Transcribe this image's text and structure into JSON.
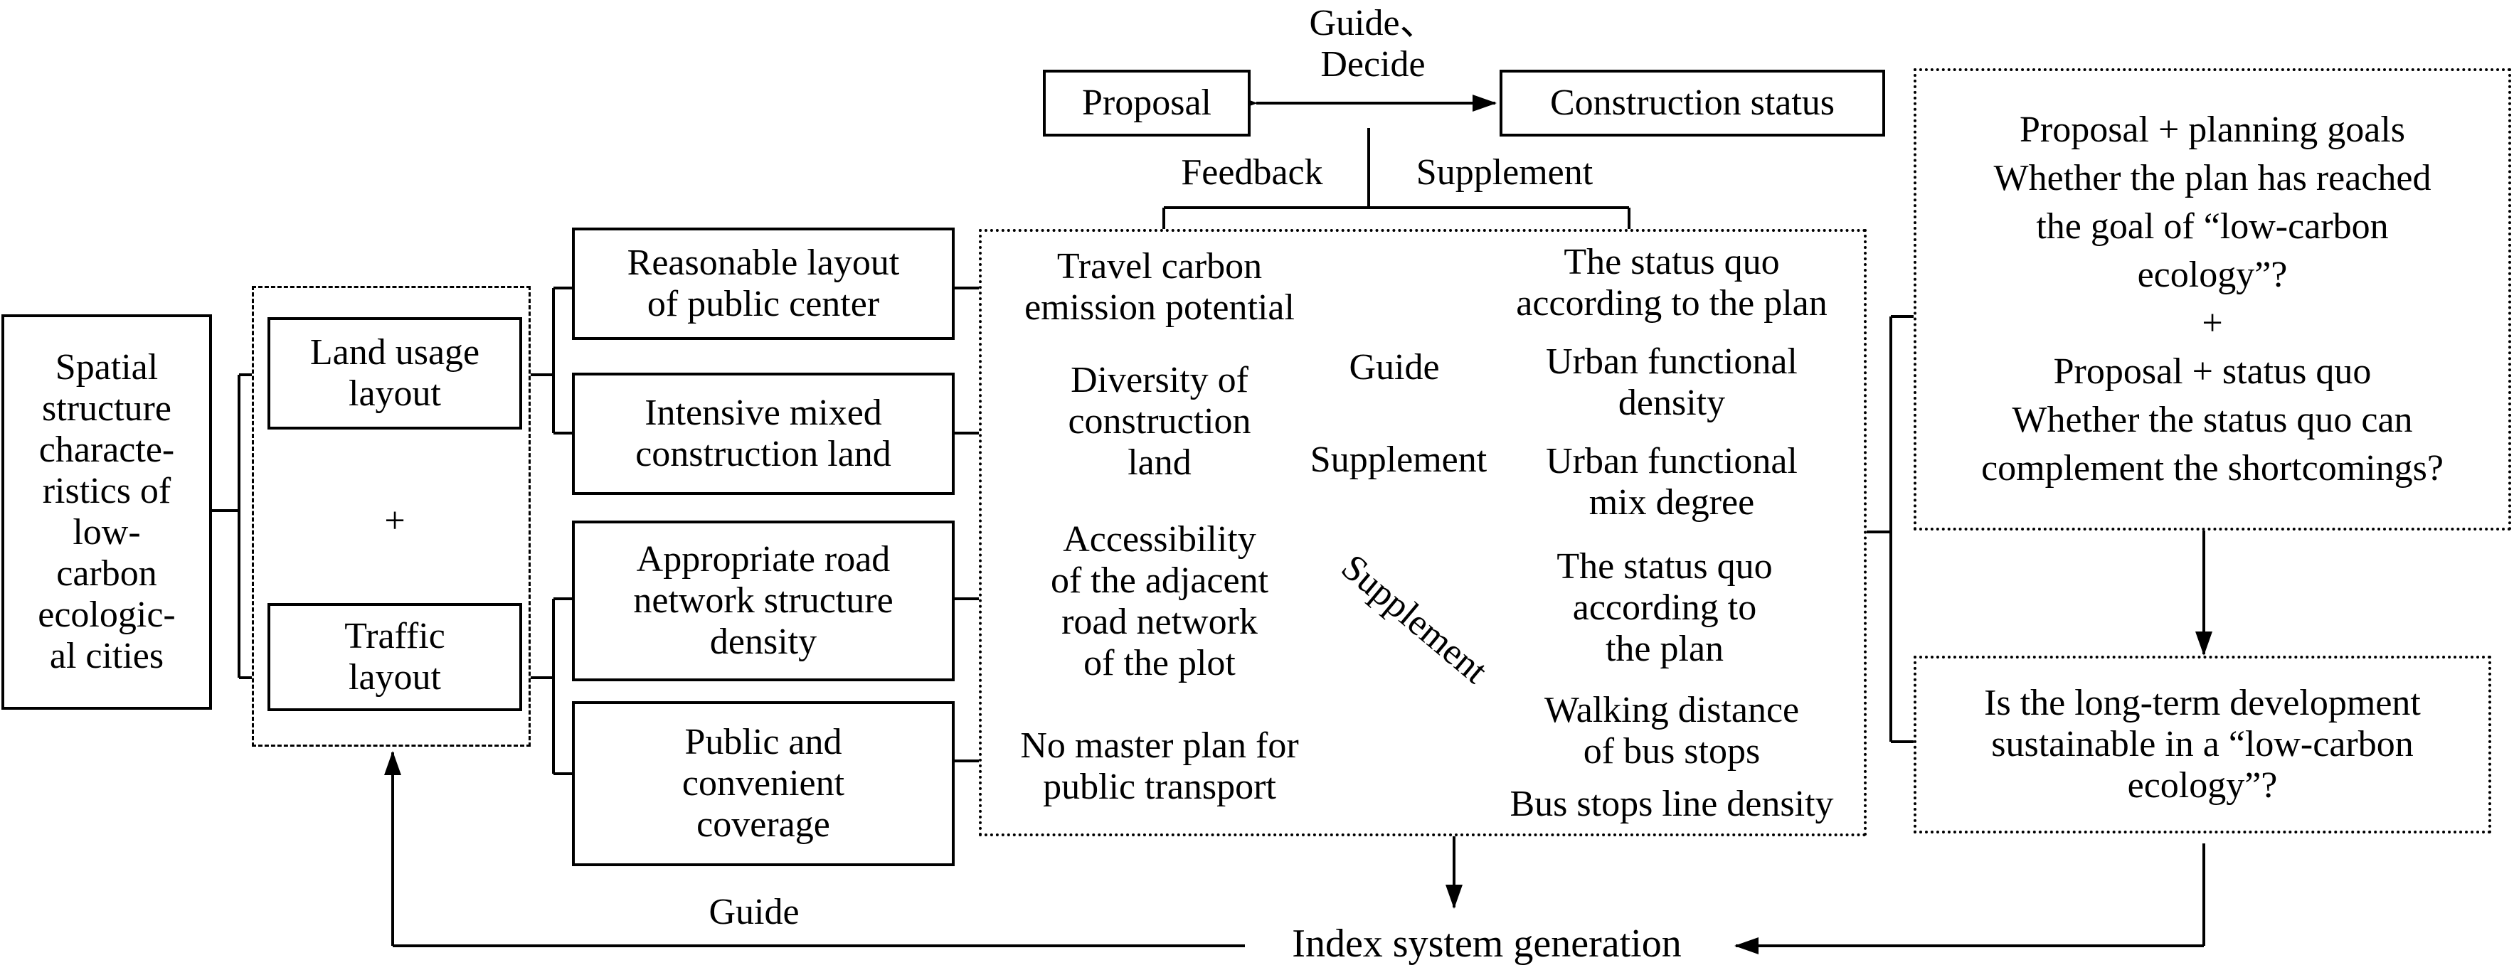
{
  "top": {
    "proposal": "Proposal",
    "construction_status": "Construction status",
    "guide_decide": "Guide、\nDecide",
    "feedback": "Feedback",
    "supplement": "Supplement"
  },
  "spatial": "Spatial\nstructure\ncharacte-\nristics of\nlow-\ncarbon\necologic-\nal cities",
  "layout": {
    "land_usage": "Land usage\nlayout",
    "plus": "+",
    "traffic": "Traffic\nlayout"
  },
  "factors": {
    "public_center": "Reasonable layout\nof public center",
    "mixed_land": "Intensive mixed\nconstruction land",
    "road_network": "Appropriate road\nnetwork structure\ndensity",
    "public_coverage": "Public and\nconvenient\ncoverage"
  },
  "indicators": {
    "travel_carbon": "Travel carbon\nemission potential",
    "diversity": "Diversity of\nconstruction\nland",
    "accessibility": "Accessibility\nof the adjacent\nroad network\nof the plot",
    "no_master_plan": "No master plan for\npublic transport",
    "status_quo_1": "The status quo\naccording to the plan",
    "functional_density": "Urban functional\ndensity",
    "functional_mix": "Urban functional\nmix degree",
    "status_quo_2": "The status quo\naccording to\nthe plan",
    "walking_distance": "Walking distance\nof bus stops",
    "line_density": "Bus stops line density",
    "guide": "Guide",
    "supplement_mid": "Supplement",
    "supplement_diag": "Supplement"
  },
  "right": {
    "goals_box": "Proposal + planning goals\nWhether the plan has reached\nthe goal of “low-carbon\necology”?\n+\nProposal + status quo\nWhether the status quo can\ncomplement the shortcomings?",
    "sustainable": "Is the long-term development\nsustainable in a “low-carbon\necology”?"
  },
  "bottom": {
    "index_system": "Index system generation",
    "guide": "Guide"
  }
}
